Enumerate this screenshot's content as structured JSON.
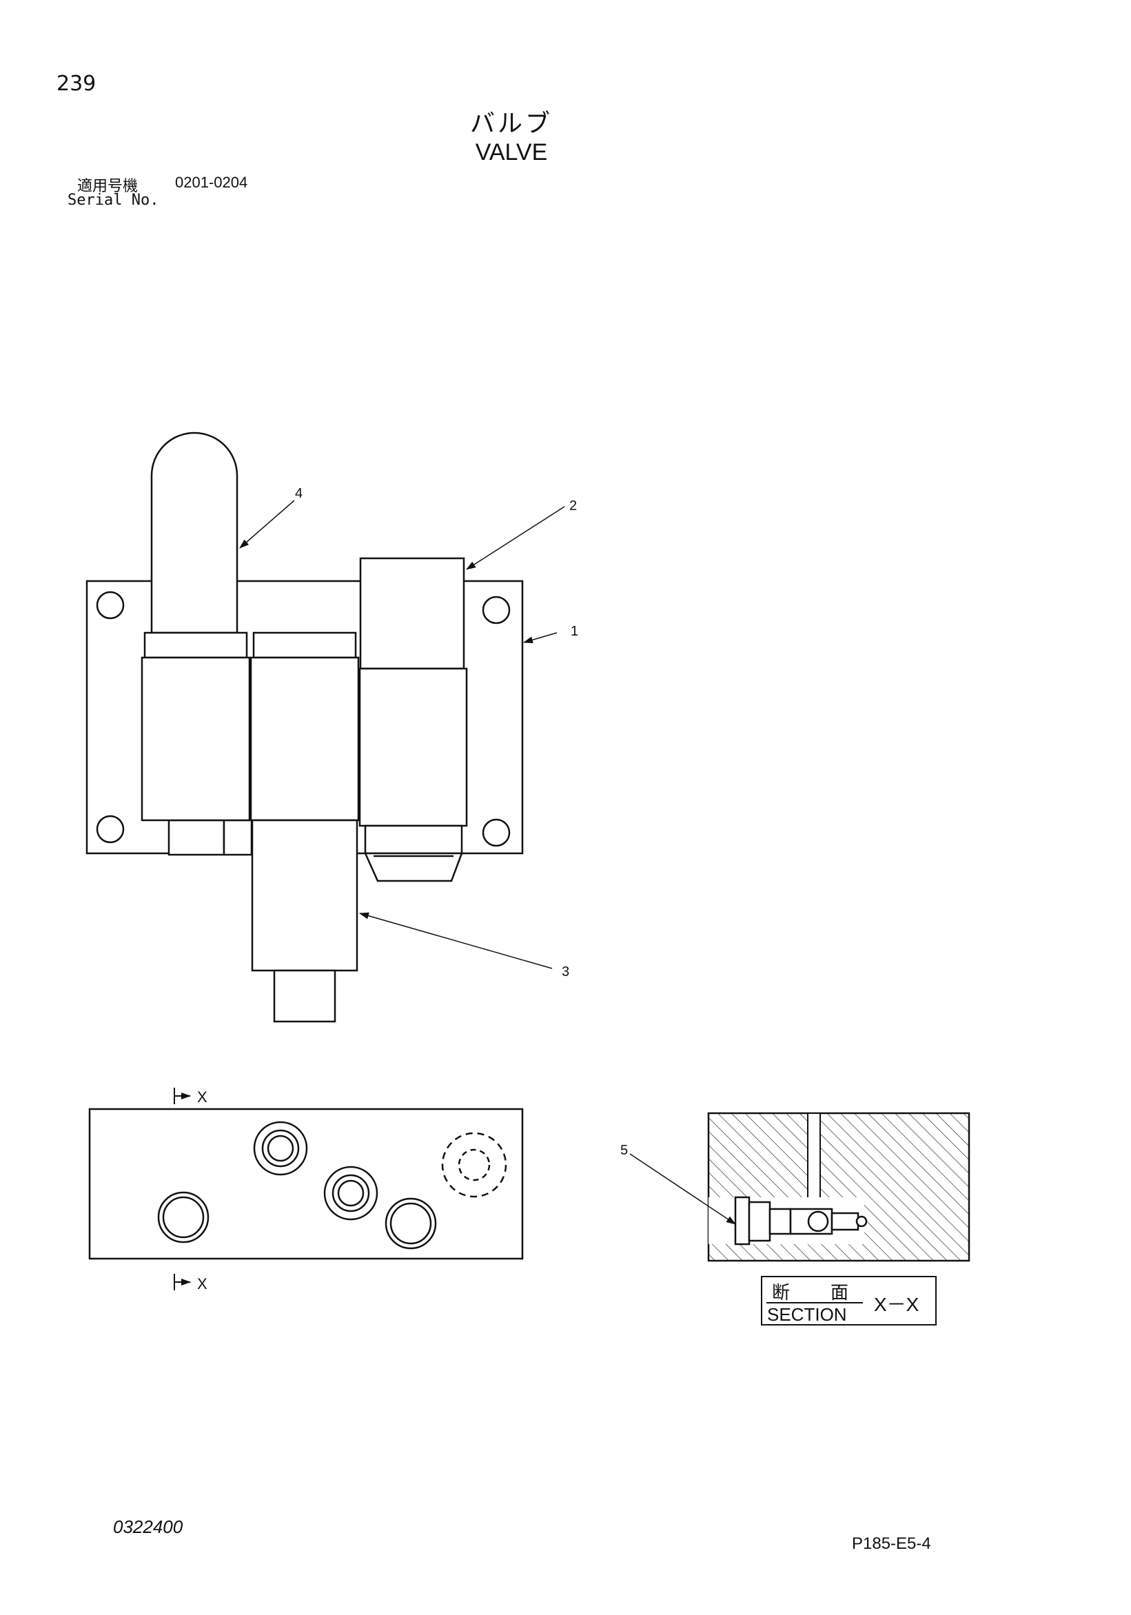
{
  "page": {
    "number": "239",
    "title_jp": "バルブ",
    "title_en": "VALVE",
    "serial_label_jp": "適用号機",
    "serial_label_en": "Serial No.",
    "serial_range": "0201-0204",
    "catalog_number": "0322400",
    "page_ref": "P185-E5-4"
  },
  "callouts": [
    "1",
    "2",
    "3",
    "4",
    "5"
  ],
  "section": {
    "marker": "X",
    "label_jp_left": "断",
    "label_jp_right": "面",
    "label_en": "SECTION",
    "name": "X－X"
  }
}
